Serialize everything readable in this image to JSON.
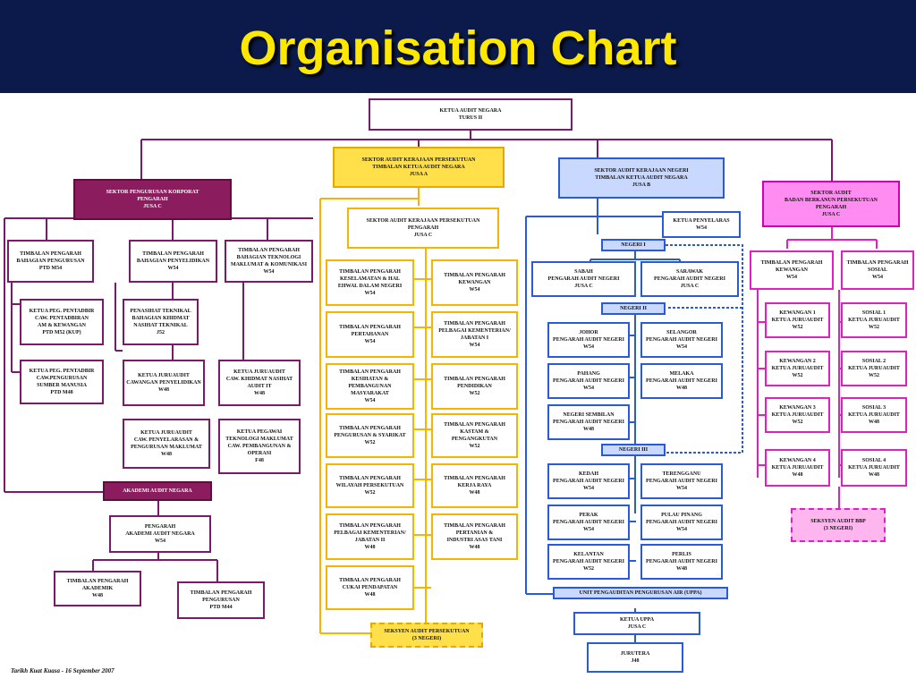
{
  "title": "Organisation Chart",
  "footnote": "Tarikh Kuat Kuasa - 16 September 2007",
  "colors": {
    "header_bg": "#0b1a4a",
    "title": "#ffe800",
    "korporat": "#7a1a6a",
    "persekutuan": "#f5b400",
    "negeri": "#2a5bd7",
    "badan": "#e020c0"
  },
  "boxes": {
    "top": [
      "KETUA AUDIT NEGARA",
      "TURUS II"
    ],
    "korporat": [
      "SEKTOR PENGURUSAN KORPORAT",
      "PENGARAH",
      "JUSA C"
    ],
    "k_tp_pengurusan": [
      "TIMBALAN PENGARAH",
      "BAHAGIAN PENGURUSAN",
      "PTD M54"
    ],
    "k_tp_penyelidikan": [
      "TIMBALAN PENGARAH",
      "BAHAGIAN PENYELIDIKAN",
      "W54"
    ],
    "k_tp_teknologi": [
      "TIMBALAN PENGARAH",
      "BAHAGIAN TEKNOLOGI",
      "MAKLUMAT & KOMUNIKASI",
      "W54"
    ],
    "k_pentadbiran": [
      "KETUA PEG. PENTADBIR",
      "CAW. PENTADBIRAN",
      "AM & KEWANGAN",
      "PTD M52 (KUP)"
    ],
    "k_sumber": [
      "KETUA PEG. PENTADBIR",
      "CAW.PENGURUSAN",
      "SUMBER MANUSIA",
      "PTD M48"
    ],
    "k_penasihat": [
      "PENASIHAT TEKNIKAL",
      "BAHAGIAN KHIDMAT",
      "NASIHAT TEKNIKAL",
      "J52"
    ],
    "k_jurua_penyelidikan": [
      "KETUA JURUAUDIT",
      "CAWANGAN PENYELIDIKAN",
      "W48"
    ],
    "k_jurua_khidmat": [
      "KETUA JURUAUDIT",
      "CAW. KHIDMAT NASIHAT",
      "AUDIT IT",
      "W48"
    ],
    "k_jurua_pengurusan": [
      "KETUA JURUAUDIT",
      "CAW. PENYELARASAN &",
      "PENGURUSAN MAKLUMAT",
      "W48"
    ],
    "k_pegawai_tm": [
      "KETUA PEGAWAI",
      "TEKNOLOGI MAKLUMAT",
      "CAW. PEMBANGUNAN &",
      "OPERASI",
      "F48"
    ],
    "akademi": [
      "AKADEMI AUDIT NEGARA"
    ],
    "akademi_pengarah": [
      "PENGARAH",
      "AKADEMI AUDIT NEGARA",
      "W54"
    ],
    "akademi_tp_akademik": [
      "TIMBALAN PENGARAH",
      "AKADEMIK",
      "W48"
    ],
    "akademi_tp_pengurusan": [
      "TIMBALAN PENGARAH",
      "PENGURUSAN",
      "PTD M44"
    ],
    "persekutuan": [
      "SEKTOR AUDIT KERAJAAN PERSEKUTUAN",
      "TIMBALAN KETUA AUDIT NEGARA",
      "JUSA A"
    ],
    "persekutuan_pengarah": [
      "SEKTOR AUDIT KERAJAAN PERSEKUTUAN",
      "PENGARAH",
      "JUSA C"
    ],
    "f_keselamatan": [
      "TIMBALAN PENGARAH",
      "KESELAMATAN & HAL",
      "EHWAL DALAM NEGERI",
      "W54"
    ],
    "f_kewangan": [
      "TIMBALAN PENGARAH",
      "KEWANGAN",
      "W54"
    ],
    "f_pertahanan": [
      "TIMBALAN PENGARAH",
      "PERTAHANAN",
      "W54"
    ],
    "f_pelbagai_1": [
      "TIMBALAN PENGARAH",
      "PELBAGAI KEMENTERIAN/",
      "JABATAN I",
      "W54"
    ],
    "f_kesihatan": [
      "TIMBALAN PENGARAH",
      "KESIHATAN & PEMBANGUNAN",
      "MASYARAKAT",
      "W54"
    ],
    "f_pendidikan": [
      "TIMBALAN PENGARAH",
      "PENDIDIKAN",
      "W52"
    ],
    "f_pengurusan_syarikat": [
      "TIMBALAN PENGARAH",
      "PENGURUSAN & SYARIKAT",
      "W52"
    ],
    "f_kastam": [
      "TIMBALAN PENGARAH",
      "KASTAM &",
      "PENGANGKUTAN",
      "W52"
    ],
    "f_wilayah": [
      "TIMBALAN PENGARAH",
      "WILAYAH PERSEKUTUAN",
      "W52"
    ],
    "f_kerja_raya": [
      "TIMBALAN PENGARAH",
      "KERJA RAYA",
      "W48"
    ],
    "f_pelbagai_2": [
      "TIMBALAN PENGARAH",
      "PELBAGAI KEMENTERIAN/",
      "JABATAN II",
      "W48"
    ],
    "f_pertanian": [
      "TIMBALAN PENGARAH",
      "PERTANIAN &",
      "INDUSTRI ASAS TANI",
      "W48"
    ],
    "f_cukai": [
      "TIMBALAN PENGARAH",
      "CUKAI PENDAPATAN",
      "W48"
    ],
    "f_seksyen": [
      "SEKSYEN AUDIT PERSEKUTUAN",
      "(3 NEGERI)"
    ],
    "negeri": [
      "SEKTOR AUDIT KERAJAAN NEGERI",
      "TIMBALAN KETUA AUDIT NEGARA",
      "JUSA B"
    ],
    "n_penyelaras": [
      "KETUA PENYELARAS",
      "W54"
    ],
    "n_negeri_1": [
      "NEGERI I"
    ],
    "n_sabah": [
      "SABAH",
      "PENGARAH AUDIT NEGERI",
      "JUSA C"
    ],
    "n_sarawak": [
      "SARAWAK",
      "PENGARAH AUDIT NEGERI",
      "JUSA C"
    ],
    "n_negeri_2": [
      "NEGERI II"
    ],
    "n_johor": [
      "JOHOR",
      "PENGARAH AUDIT NEGERI",
      "W54"
    ],
    "n_selangor": [
      "SELANGOR",
      "PENGARAH AUDIT NEGERI",
      "W54"
    ],
    "n_pahang": [
      "PAHANG",
      "PENGARAH AUDIT NEGERI",
      "W54"
    ],
    "n_melaka": [
      "MELAKA",
      "PENGARAH AUDIT NEGERI",
      "W48"
    ],
    "n_nsembilan": [
      "NEGERI SEMBILAN",
      "PENGARAH AUDIT NEGERI",
      "W48"
    ],
    "n_negeri_3": [
      "NEGERI III"
    ],
    "n_kedah": [
      "KEDAH",
      "PENGARAH AUDIT NEGERI",
      "W54"
    ],
    "n_terengganu": [
      "TERENGGANU",
      "PENGARAH AUDIT NEGERI",
      "W54"
    ],
    "n_perak": [
      "PERAK",
      "PENGARAH AUDIT NEGERI",
      "W54"
    ],
    "n_ppinang": [
      "PULAU PINANG",
      "PENGARAH AUDIT NEGERI",
      "W54"
    ],
    "n_kelantan": [
      "KELANTAN",
      "PENGARAH AUDIT NEGERI",
      "W52"
    ],
    "n_perlis": [
      "PERLIS",
      "PENGARAH AUDIT NEGERI",
      "W48"
    ],
    "n_uppa": [
      "UNIT PENGAUDITAN PENGURUSAN AIR (UPPA)"
    ],
    "n_ketua_uppa": [
      "KETUA UPPA",
      "JUSA C"
    ],
    "n_jurutera": [
      "JURUTERA",
      "J48"
    ],
    "badan": [
      "SEKTOR AUDIT",
      "BADAN BERKANUN PERSEKUTUAN",
      "PENGARAH",
      "JUSA C"
    ],
    "b_tp_kewangan": [
      "TIMBALAN PENGARAH",
      "KEWANGAN",
      "W54"
    ],
    "b_tp_sosial": [
      "TIMBALAN PENGARAH",
      "SOSIAL",
      "W54"
    ],
    "b_kewangan_1": [
      "KEWANGAN 1",
      "KETUA JURUAUDIT",
      "W52"
    ],
    "b_sosial_1": [
      "SOSIAL 1",
      "KETUA JURUAUDIT",
      "W52"
    ],
    "b_kewangan_2": [
      "KEWANGAN 2",
      "KETUA JURUAUDIT",
      "W52"
    ],
    "b_sosial_2": [
      "SOSIAL 2",
      "KETUA JURUAUDIT",
      "W52"
    ],
    "b_kewangan_3": [
      "KEWANGAN 3",
      "KETUA JURUAUDIT",
      "W52"
    ],
    "b_sosial_3": [
      "SOSIAL 3",
      "KETUA JURUAUDIT",
      "W48"
    ],
    "b_kewangan_4": [
      "KEWANGAN 4",
      "KETUA JURUAUDIT",
      "W48"
    ],
    "b_sosial_4": [
      "SOSIAL 4",
      "KETUA JURUAUDIT",
      "W48"
    ],
    "b_seksyen": [
      "SEKSYEN AUDIT BBP",
      "(3 NEGERI)"
    ]
  }
}
